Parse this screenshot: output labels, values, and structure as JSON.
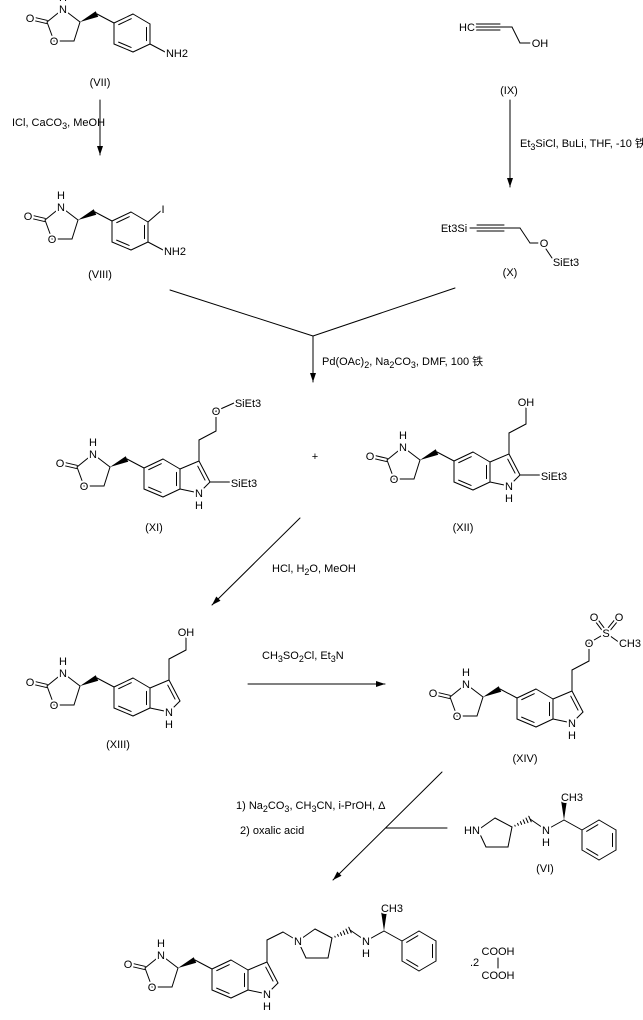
{
  "compounds": {
    "VII": "(VII)",
    "VIII": "(VIII)",
    "IX": "(IX)",
    "X": "(X)",
    "XI": "(XI)",
    "XII": "(XII)",
    "XIII": "(XIII)",
    "XIV": "(XIV)",
    "VI": "(VI)"
  },
  "reagents": {
    "iodination": "ICl, CaCO3, MeOH",
    "silylation": "Et3SiCl, BuLi, THF, -10 铁",
    "heck": "Pd(OAc)2, Na2CO3, DMF, 100 铁",
    "deprotection": "HCl, H2O, MeOH",
    "mesylation": "CH3SO2Cl, Et3N",
    "coupling_step1": "1) Na2CO3, CH3CN, i-PrOH, Δ",
    "coupling_step2": "2) oxalic acid"
  },
  "atoms": {
    "O": "O",
    "N": "N",
    "H": "H",
    "NH2": "NH2",
    "I": "I",
    "OH": "OH",
    "SiEt3": "SiEt3",
    "Et3Si": "Et3Si",
    "HC": "HC",
    "S": "S",
    "CH3": "CH3",
    "HN": "HN",
    "COOH": "COOH"
  },
  "plus": "+",
  "salt_multiplier": ".2"
}
